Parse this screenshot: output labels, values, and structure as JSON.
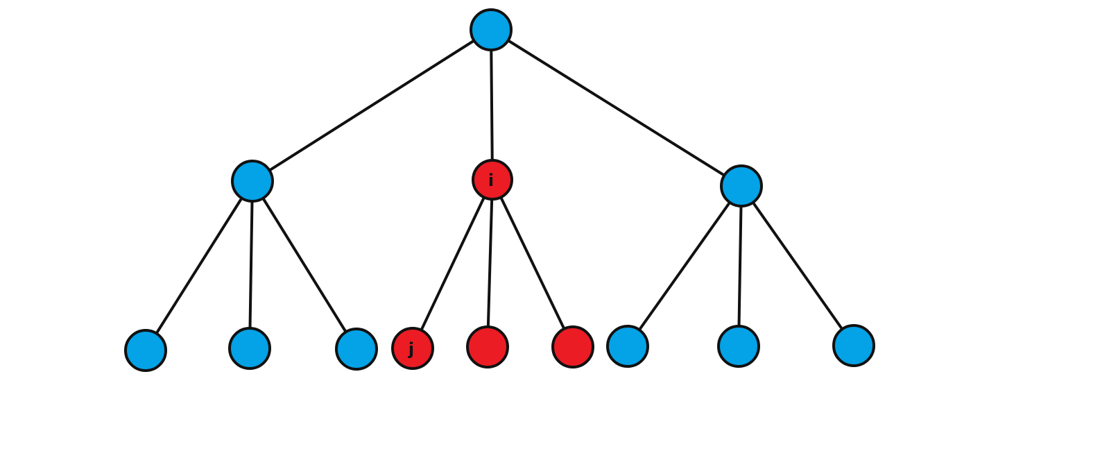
{
  "colors": {
    "default_node": "#04A2E6",
    "highlight_node": "#EC1C24",
    "edge": "#111111"
  },
  "nodes": [
    {
      "id": "root",
      "state": "default",
      "label": ""
    },
    {
      "id": "l1-left",
      "state": "default",
      "label": ""
    },
    {
      "id": "l1-i",
      "state": "highlight",
      "label": "i"
    },
    {
      "id": "l1-right",
      "state": "default",
      "label": ""
    },
    {
      "id": "l2-a",
      "state": "default",
      "label": ""
    },
    {
      "id": "l2-b",
      "state": "default",
      "label": ""
    },
    {
      "id": "l2-c",
      "state": "default",
      "label": ""
    },
    {
      "id": "l2-j",
      "state": "highlight",
      "label": "j"
    },
    {
      "id": "l2-e",
      "state": "highlight",
      "label": ""
    },
    {
      "id": "l2-f",
      "state": "highlight",
      "label": ""
    },
    {
      "id": "l2-g",
      "state": "default",
      "label": ""
    },
    {
      "id": "l2-h",
      "state": "default",
      "label": ""
    },
    {
      "id": "l2-k",
      "state": "default",
      "label": ""
    }
  ],
  "edges": [
    {
      "from": "root",
      "to": "l1-left"
    },
    {
      "from": "root",
      "to": "l1-i"
    },
    {
      "from": "root",
      "to": "l1-right"
    },
    {
      "from": "l1-left",
      "to": "l2-a"
    },
    {
      "from": "l1-left",
      "to": "l2-b"
    },
    {
      "from": "l1-left",
      "to": "l2-c"
    },
    {
      "from": "l1-i",
      "to": "l2-j"
    },
    {
      "from": "l1-i",
      "to": "l2-e"
    },
    {
      "from": "l1-i",
      "to": "l2-f"
    },
    {
      "from": "l1-right",
      "to": "l2-g"
    },
    {
      "from": "l1-right",
      "to": "l2-h"
    },
    {
      "from": "l1-right",
      "to": "l2-k"
    }
  ]
}
